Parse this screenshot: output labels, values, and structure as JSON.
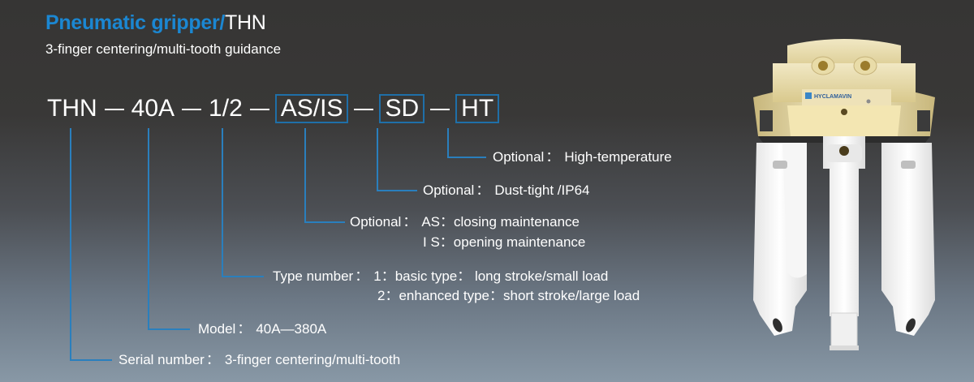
{
  "header": {
    "title_prefix": "Pneumatic gripper/",
    "title_suffix": "THN",
    "subtitle": "3-finger centering/multi-tooth guidance"
  },
  "code": {
    "segments": [
      "THN",
      "40A",
      "1/2",
      "AS/IS",
      "SD",
      "HT"
    ],
    "boxed": [
      false,
      false,
      false,
      true,
      true,
      true
    ]
  },
  "annotations": {
    "ht": {
      "label": "Optional",
      "sep": "：",
      "value": "High-temperature"
    },
    "sd": {
      "label": "Optional",
      "sep": "：",
      "value": "Dust-tight /IP64"
    },
    "asis": {
      "label": "Optional",
      "sep": "：",
      "line1": "AS：closing maintenance",
      "line2": "I S：opening maintenance"
    },
    "type": {
      "label": "Type number",
      "sep": "：",
      "line1": "1：basic type：  long stroke/small load",
      "line2": "2：enhanced type：short stroke/large load"
    },
    "model": {
      "label": "Model",
      "sep": "：",
      "value": "40A—380A"
    },
    "serial": {
      "label": "Serial number",
      "sep": "：",
      "value": "3-finger centering/multi-tooth"
    }
  },
  "product": {
    "brand": "HYCLAMAVIN",
    "image_alt": "THN 3-finger pneumatic gripper"
  },
  "colors": {
    "accent": "#1b87d2",
    "connector": "#2a7fbd",
    "bg_top": "#363534",
    "bg_bottom": "#8898a6",
    "body_gold": "#e8dcae",
    "finger_white": "#f4f4f4"
  }
}
